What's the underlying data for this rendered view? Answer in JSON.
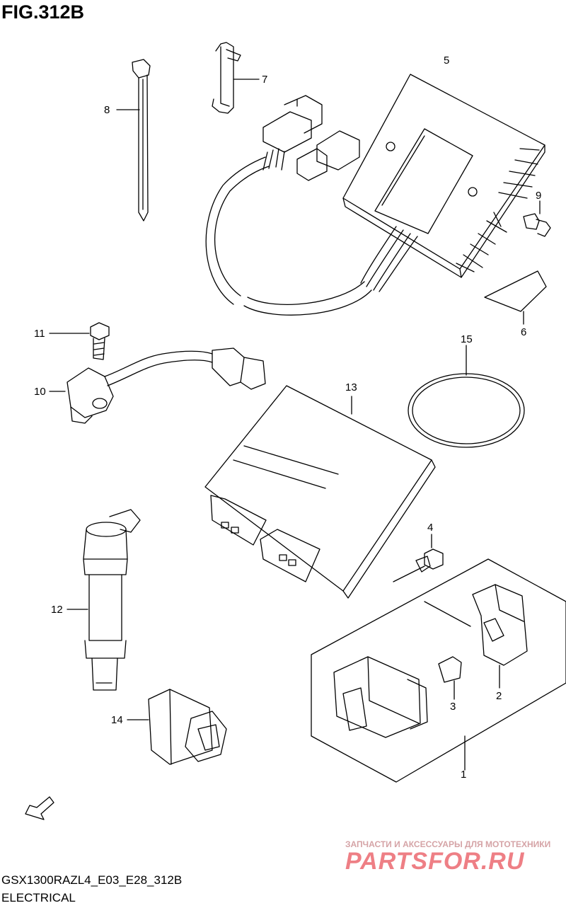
{
  "figure": {
    "title": "FIG.312B",
    "model_code": "GSX1300RAZL4_E03_E28_312B",
    "section": "ELECTRICAL"
  },
  "callouts": [
    "1",
    "2",
    "3",
    "4",
    "5",
    "6",
    "7",
    "8",
    "9",
    "10",
    "11",
    "12",
    "13",
    "14",
    "15"
  ],
  "fwd_label": "FWD",
  "watermark": {
    "tagline": "ЗАПЧАСТИ И АКСЕССУАРЫ ДЛЯ МОТОТЕХНИКИ",
    "logo_text": "PARTSFOR.RU",
    "color": "#ee7f85"
  },
  "colors": {
    "line": "#000000",
    "background": "#ffffff"
  }
}
